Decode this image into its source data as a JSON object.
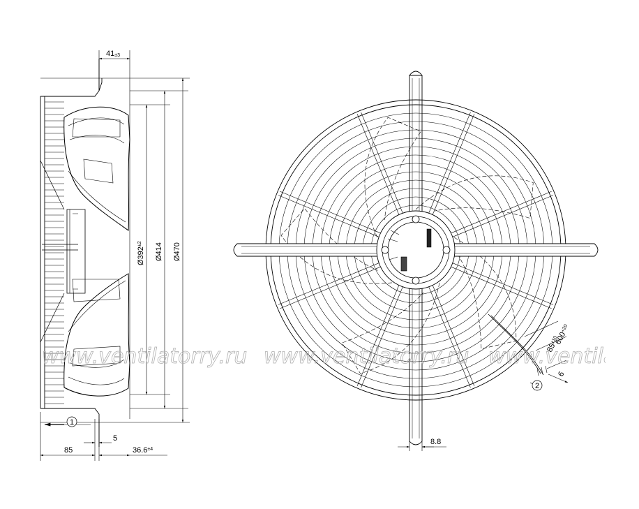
{
  "dimensions": {
    "top_width": {
      "main": "41",
      "tol": "±3"
    },
    "d392": {
      "main": "Ø392",
      "tol": "±2"
    },
    "d414": {
      "main": "Ø414"
    },
    "d470": {
      "main": "Ø470"
    },
    "b85": {
      "main": "85"
    },
    "b5": {
      "main": "5"
    },
    "b36": {
      "main": "36.6",
      "tol": "±4"
    },
    "d88": {
      "main": "8.8"
    },
    "cable600": {
      "main": "600",
      "tol": "+20"
    },
    "cable85": {
      "main": "85",
      "tol": "±10"
    },
    "cable6": {
      "main": "6"
    }
  },
  "callouts": {
    "airflow": "1",
    "cable": "2"
  },
  "watermark": {
    "text": "www.ventilatorry.ru"
  },
  "colors": {
    "line": "#000000",
    "watermark": "#b0b0b0"
  }
}
